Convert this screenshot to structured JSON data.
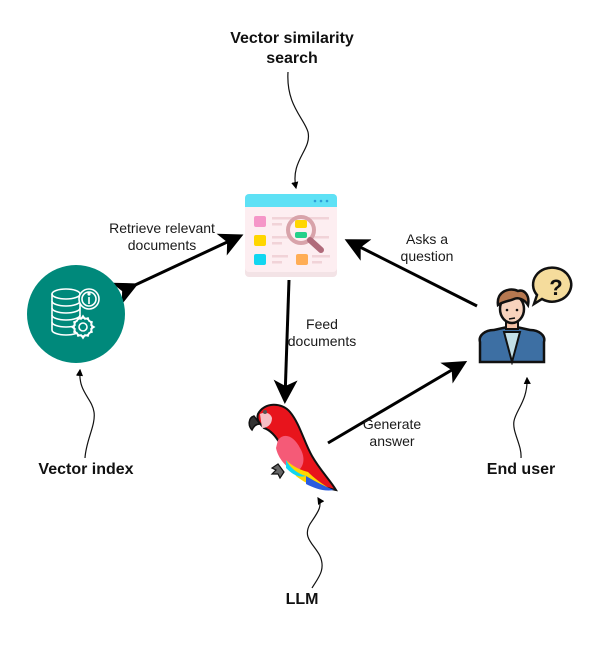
{
  "titles": {
    "vector_search": [
      "Vector similarity",
      "search"
    ],
    "vector_index": "Vector index",
    "end_user": "End user",
    "llm": "LLM"
  },
  "edge_labels": {
    "retrieve": [
      "Retrieve relevant",
      "documents"
    ],
    "asks": [
      "Asks a",
      "question"
    ],
    "feed": [
      "Feed",
      "documents"
    ],
    "generate": [
      "Generate",
      "answer"
    ]
  },
  "icons": {
    "search_app": "search-window-icon",
    "vector_index": "database-gear-info-icon",
    "end_user": "user-question-icon",
    "llm": "parrot-icon"
  },
  "colors": {
    "teal": "#00897b",
    "window_header": "#5ee1f5",
    "window_body": "#fdecef",
    "parrot_red": "#e8141c",
    "user_shirt": "#3d6fa3",
    "bubble": "#f5dc9c"
  }
}
